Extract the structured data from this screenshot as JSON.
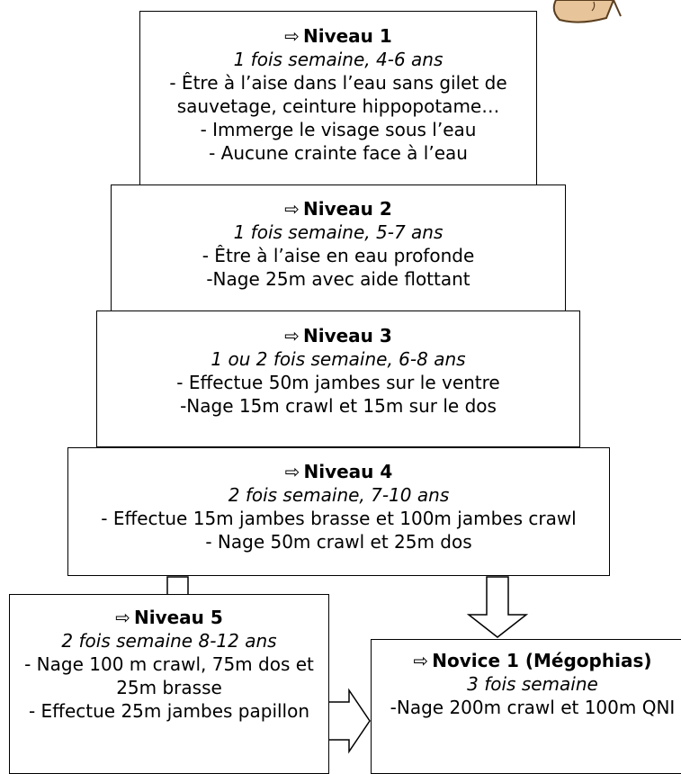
{
  "levels": [
    {
      "id": "lvl1",
      "title": "Niveau 1",
      "frequency": "1 fois semaine, 4-6 ans",
      "lines": [
        "- Être à l’aise dans l’eau sans gilet de sauvetage, ceinture hippopotame…",
        "- Immerge le visage sous l’eau",
        "- Aucune crainte face à l’eau"
      ]
    },
    {
      "id": "lvl2",
      "title": "Niveau 2",
      "frequency": "1 fois semaine, 5-7 ans",
      "lines": [
        "- Être à l’aise en eau profonde",
        "-Nage 25m avec aide flottant"
      ]
    },
    {
      "id": "lvl3",
      "title": "Niveau 3",
      "frequency": "1 ou 2 fois semaine, 6-8 ans",
      "lines": [
        "- Effectue 50m jambes sur le ventre",
        "-Nage 15m crawl et 15m sur le dos"
      ]
    },
    {
      "id": "lvl4",
      "title": "Niveau 4",
      "frequency": "2 fois semaine, 7-10 ans",
      "lines": [
        "- Effectue 15m jambes brasse et 100m jambes crawl",
        "- Nage 50m crawl et 25m dos"
      ]
    },
    {
      "id": "lvl5",
      "title": "Niveau 5",
      "frequency": "2 fois semaine 8-12 ans",
      "lines": [
        "- Nage 100 m crawl, 75m dos et 25m brasse",
        "- Effectue 25m jambes papillon"
      ]
    },
    {
      "id": "nov1",
      "title": "Novice 1 (Mégophias)",
      "frequency": "3 fois semaine",
      "lines": [
        "-Nage 200m crawl et 100m QNI"
      ]
    }
  ],
  "title_prefix_glyph": "⇨",
  "colors": {
    "border": "#000000",
    "background": "#ffffff",
    "text": "#000000",
    "mascot_skin": "#e7c49a",
    "mascot_outline": "#5a3e1e"
  },
  "icons": {
    "title_arrow": "right-arrow-icon",
    "connector_arrow": "hollow-arrow-icon",
    "mascot": "mascot-image"
  }
}
